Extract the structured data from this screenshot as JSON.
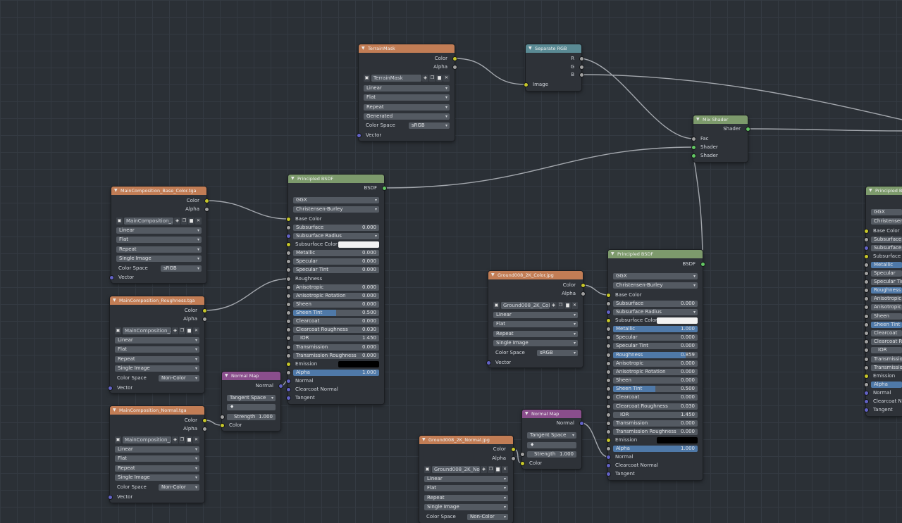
{
  "labels": {
    "color": "Color",
    "alpha": "Alpha",
    "vector": "Vector",
    "image": "Image",
    "r": "R",
    "g": "G",
    "b": "B",
    "fac": "Fac",
    "shader": "Shader",
    "bsdf": "BSDF",
    "normal": "Normal",
    "tangent_space": "Tangent Space",
    "strength": "Strength",
    "color_space": "Color Space"
  },
  "image_texture_opts": {
    "interpolation": "Linear",
    "projection": "Flat",
    "extension": "Repeat"
  },
  "principled_params": {
    "distribution": "GGX",
    "subsurface_method": "Christensen-Burley",
    "base_color": "Base Color",
    "subsurface": "Subsurface",
    "subsurface_radius": "Subsurface Radius",
    "subsurface_color": "Subsurface Color",
    "metallic": "Metallic",
    "specular": "Specular",
    "specular_tint": "Specular Tint",
    "roughness": "Roughness",
    "anisotropic": "Anisotropic",
    "anisotropic_rotation": "Anisotropic Rotation",
    "sheen": "Sheen",
    "sheen_tint": "Sheen Tint",
    "clearcoat": "Clearcoat",
    "clearcoat_roughness": "Clearcoat Roughness",
    "ior": "IOR",
    "transmission": "Transmission",
    "transmission_roughness": "Transmission Roughness",
    "emission": "Emission",
    "alpha": "Alpha",
    "normal": "Normal",
    "clearcoat_normal": "Clearcoat Normal",
    "tangent": "Tangent"
  },
  "nodes": {
    "terrain_mask": {
      "title": "TerrainMask",
      "image_name": "TerrainMask",
      "source": "Generated",
      "color_space_value": "sRGB"
    },
    "separate_rgb": {
      "title": "Separate RGB"
    },
    "mix_shader": {
      "title": "Mix Shader"
    },
    "base_color_tex": {
      "title": "MainComposition_Base_Color.tga",
      "image_name": "MainComposition_...",
      "source": "Single Image",
      "color_space_value": "sRGB"
    },
    "roughness_tex": {
      "title": "MainComposition_Roughness.tga",
      "image_name": "MainComposition_...",
      "source": "Single Image",
      "color_space_value": "Non-Color"
    },
    "normal_tex": {
      "title": "MainComposition_Normal.tga",
      "image_name": "MainComposition_...",
      "source": "Single Image",
      "color_space_value": "Non-Color"
    },
    "normal_map_1": {
      "title": "Normal Map",
      "strength_value": "1.000",
      "uv": "♦"
    },
    "principled_1": {
      "title": "Principled BSDF",
      "subsurface": "0.000",
      "metallic": "0.000",
      "specular": "0.000",
      "specular_tint": "0.000",
      "anisotropic": "0.000",
      "anisotropic_rotation": "0.000",
      "sheen": "0.000",
      "sheen_tint": "0.500",
      "clearcoat": "0.000",
      "clearcoat_roughness": "0.030",
      "ior": "1.450",
      "transmission": "0.000",
      "transmission_roughness": "0.000",
      "alpha": "1.000"
    },
    "ground_color_tex": {
      "title": "Ground008_2K_Color.jpg",
      "image_name": "Ground008_2K_Col...",
      "source": "Single Image",
      "color_space_value": "sRGB"
    },
    "ground_normal_tex": {
      "title": "Ground008_2K_Normal.jpg",
      "image_name": "Ground008_2K_Nor...",
      "source": "Single Image",
      "color_space_value": "Non-Color"
    },
    "normal_map_2": {
      "title": "Normal Map",
      "strength_value": "1.000",
      "uv": "♦"
    },
    "principled_2": {
      "title": "Principled BSDF",
      "subsurface": "0.000",
      "metallic": "1.000",
      "specular": "0.000",
      "specular_tint": "0.000",
      "roughness": "0.859",
      "anisotropic": "0.000",
      "anisotropic_rotation": "0.000",
      "sheen": "0.000",
      "sheen_tint": "0.500",
      "clearcoat": "0.000",
      "clearcoat_roughness": "0.030",
      "ior": "1.450",
      "transmission": "0.000",
      "transmission_roughness": "0.000",
      "alpha": "1.000"
    },
    "principled_3": {
      "title": "Principled BS",
      "subsurface_method_short": "Christensen-Bu",
      "clearcoat_roughness_short": "Clearcoat Rou",
      "transmission_roughness_short": "Transmission R",
      "subsurface_radius_short": "Subsurface Rad",
      "subsurface_color_short": "Subsurface Colo",
      "clearcoat_normal_short": "Clearcoat Norm",
      "anisotropic_rotation_short": "Anisotropic Rot"
    }
  },
  "colors": {
    "texture_header": "#c27d55",
    "shader_header": "#7d9a6c",
    "converter_header": "#5a8a94",
    "vector_header": "#8a4e8c",
    "socket_color": "#c7c729",
    "socket_float": "#a1a1a1",
    "socket_vector": "#6363c7",
    "socket_shader": "#63c763",
    "field_highlight": "#4f79a8"
  },
  "icons": {
    "image_browse": "image-icon",
    "fake_user": "shield-icon",
    "duplicate": "copy-icon",
    "open": "folder-icon",
    "unlink": "close-icon",
    "collapse": "chevron-down-icon"
  }
}
